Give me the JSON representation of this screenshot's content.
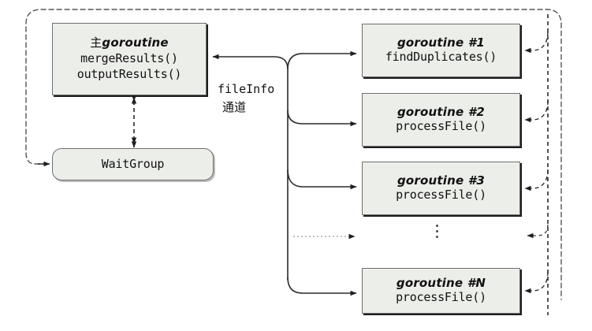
{
  "diagram": {
    "title_text": "",
    "colors": {
      "node_fill": "#eceee9",
      "node_border": "#6e6e6e",
      "arrow_solid": "#2b2b2b",
      "arrow_dashed": "#2b2b2b",
      "boundary_dashed": "#555555",
      "text": "#111111"
    },
    "main": {
      "title": "主 goroutine",
      "title_prefix_cjk": "主",
      "title_latin": "goroutine",
      "fn1": "mergeResults()",
      "fn2": "outputResults()"
    },
    "waitgroup": {
      "label": "WaitGroup"
    },
    "channel": {
      "name": "fileInfo",
      "cn": "通道"
    },
    "workers": [
      {
        "id": "g1",
        "title": "goroutine #1",
        "fn": "findDuplicates()"
      },
      {
        "id": "g2",
        "title": "goroutine #2",
        "fn": "processFile()"
      },
      {
        "id": "g3",
        "title": "goroutine #3",
        "fn": "processFile()"
      },
      {
        "id": "gn",
        "title": "goroutine #N",
        "fn": "processFile()"
      }
    ],
    "ellipsis": "⋮"
  }
}
